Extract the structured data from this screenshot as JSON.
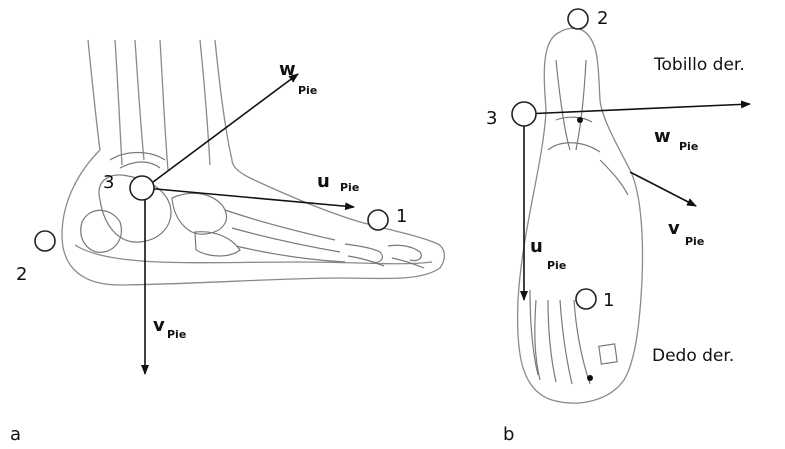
{
  "panel_a": {
    "caption": "a",
    "markers": {
      "m1": "1",
      "m2": "2",
      "m3": "3"
    },
    "vectors": {
      "w": {
        "letter": "w",
        "sub": "Pie"
      },
      "u": {
        "letter": "u",
        "sub": "Pie"
      },
      "v": {
        "letter": "v",
        "sub": "Pie"
      }
    }
  },
  "panel_b": {
    "caption": "b",
    "markers": {
      "m1": "1",
      "m2": "2",
      "m3": "3"
    },
    "vectors": {
      "w": {
        "letter": "w",
        "sub": "Pie"
      },
      "u": {
        "letter": "u",
        "sub": "Pie"
      },
      "v": {
        "letter": "v",
        "sub": "Pie"
      }
    },
    "notes": {
      "ankle": "Tobillo der.",
      "toe": "Dedo der."
    }
  }
}
